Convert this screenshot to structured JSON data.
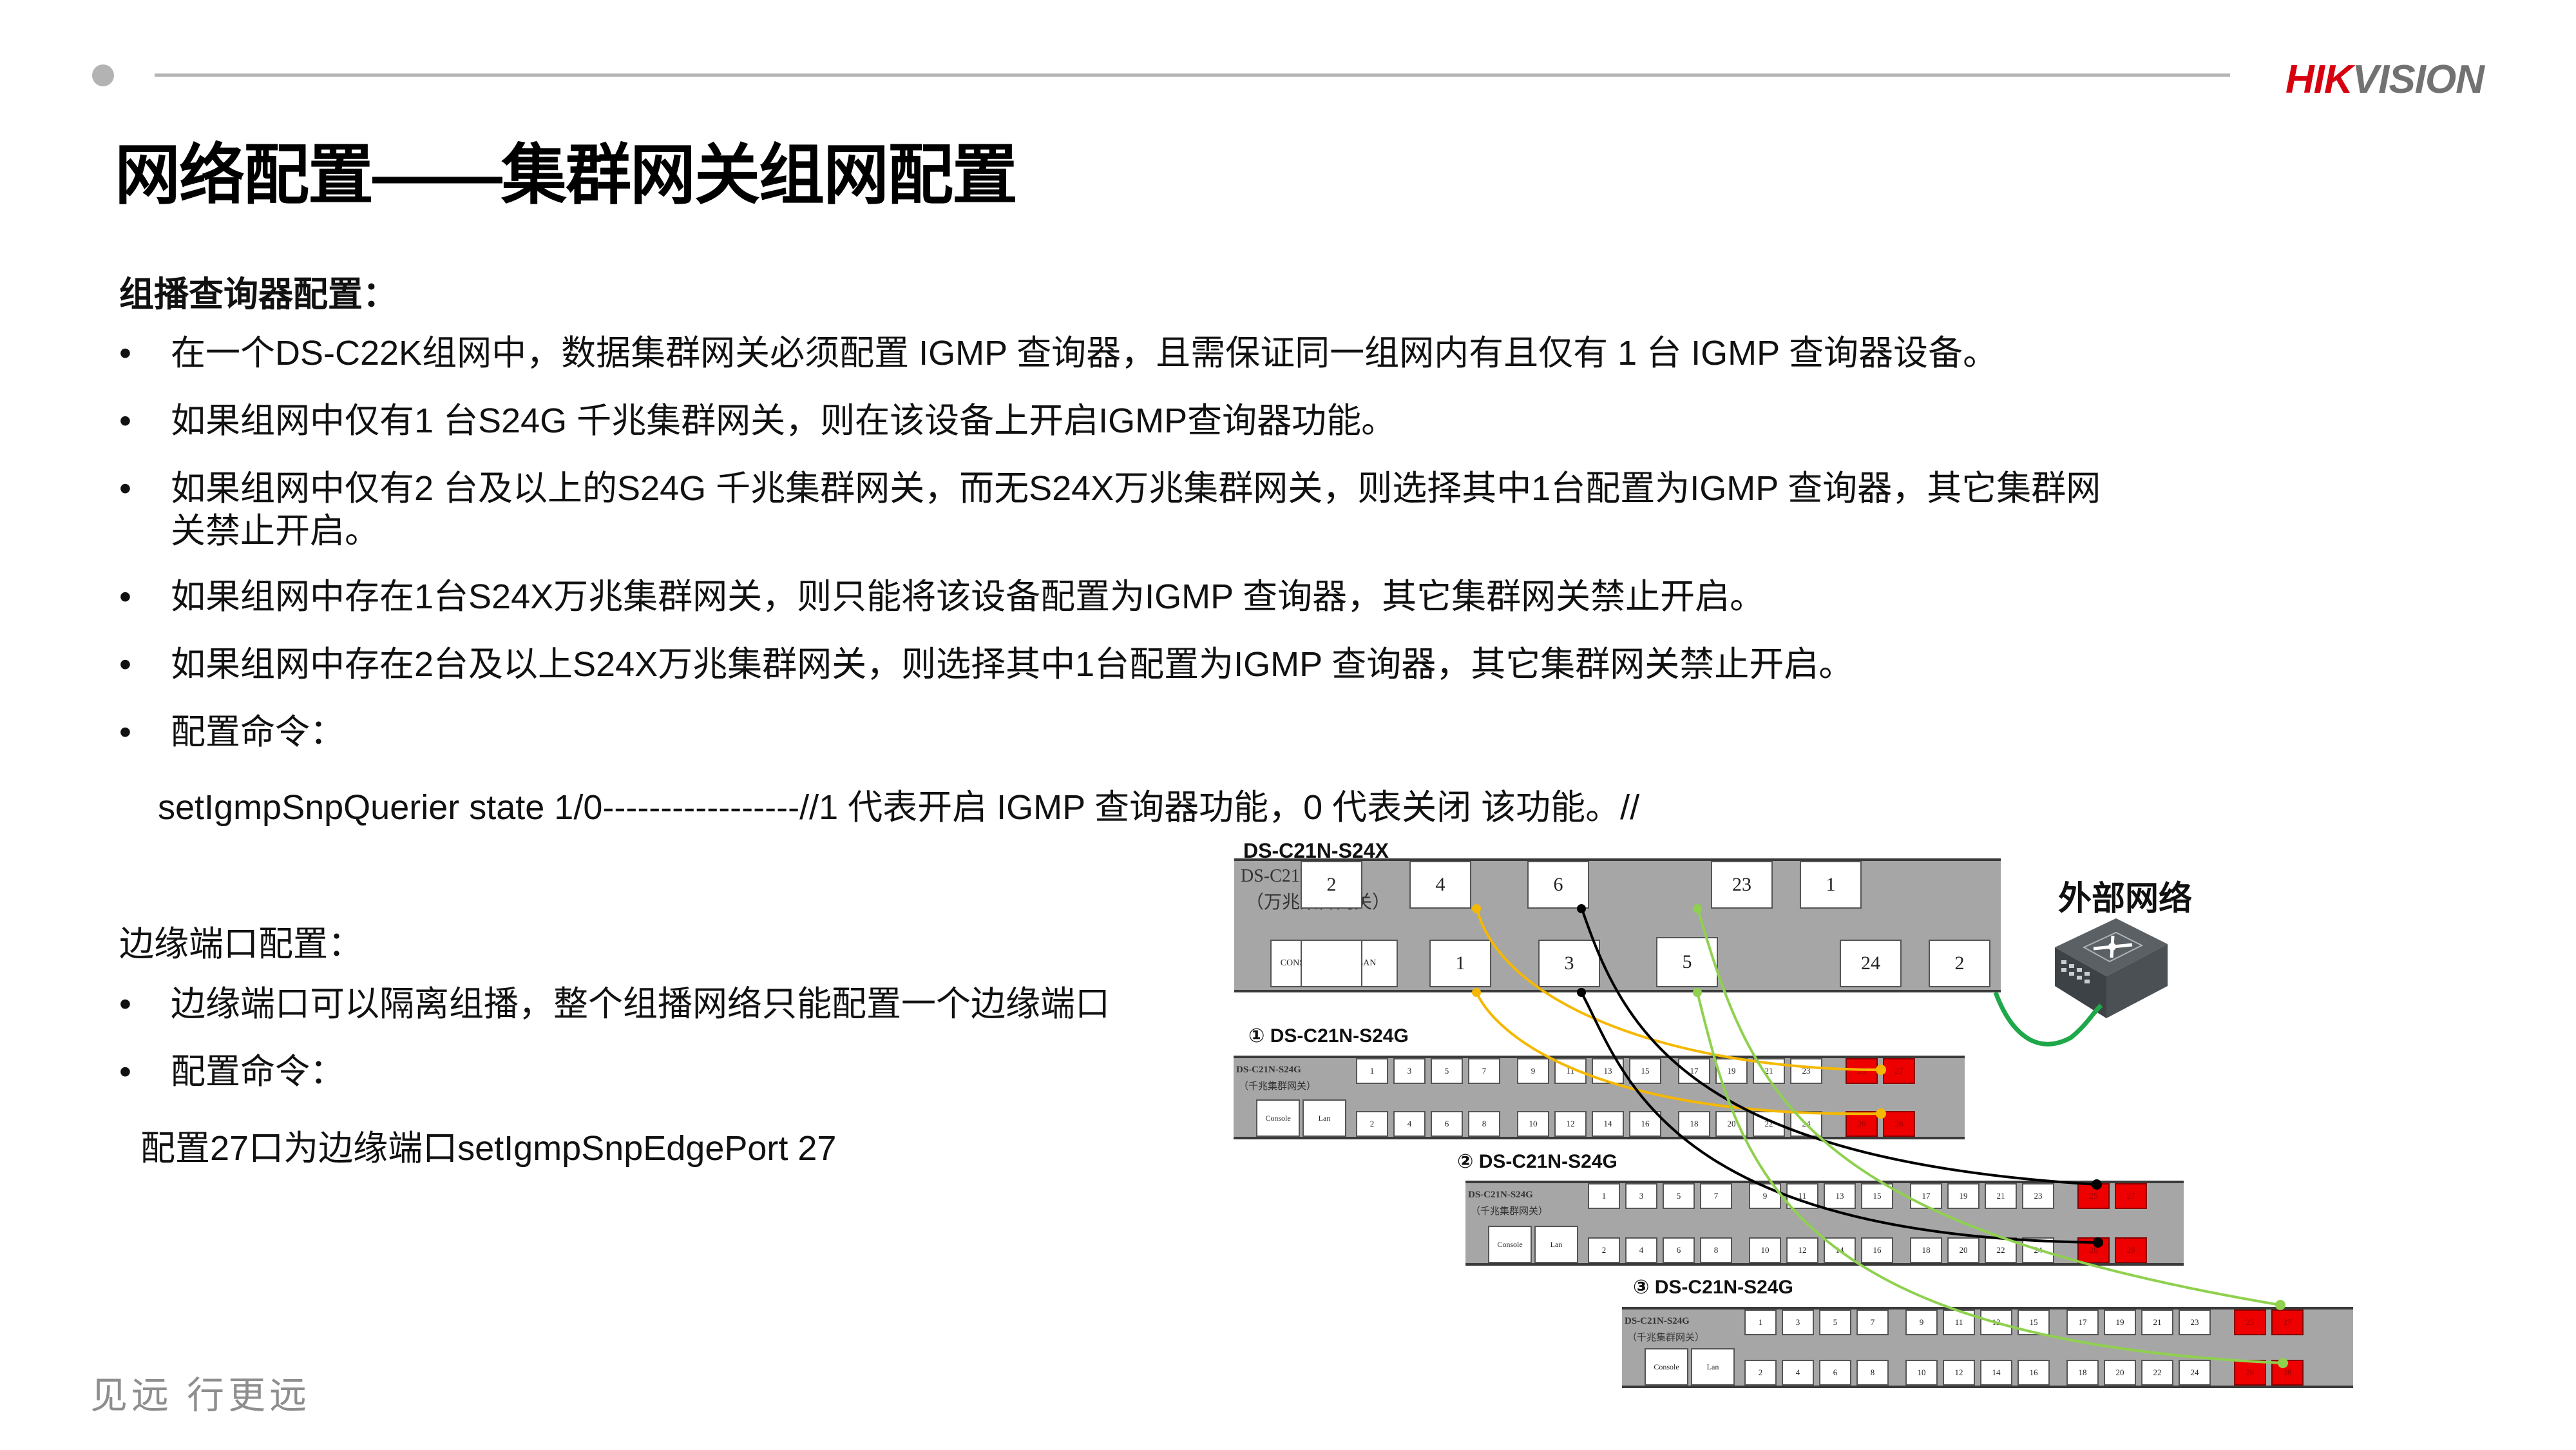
{
  "header": {
    "logo": {
      "part1": "HIK",
      "part2": "VISION",
      "colors": {
        "hik": "#d7000f",
        "vision": "#727272"
      }
    },
    "title": "网络配置——集群网关组网配置"
  },
  "querier_section": {
    "heading": "组播查询器配置：",
    "bullets": [
      "在一个DS-C22K组网中，数据集群网关必须配置 IGMP 查询器，且需保证同一组网内有且仅有 1 台 IGMP 查询器设备。",
      "如果组网中仅有1 台S24G 千兆集群网关，则在该设备上开启IGMP查询器功能。",
      "如果组网中仅有2 台及以上的S24G 千兆集群网关，而无S24X万兆集群网关，则选择其中1台配置为IGMP 查询器，其它集群网",
      "如果组网中存在1台S24X万兆集群网关，则只能将该设备配置为IGMP 查询器，其它集群网关禁止开启。",
      "如果组网中存在2台及以上S24X万兆集群网关，则选择其中1台配置为IGMP 查询器，其它集群网关禁止开启。",
      "配置命令："
    ],
    "bullet3_cont": "关禁止开启。",
    "command": "setIgmpSnpQuerier state 1/0-----------------//1 代表开启 IGMP 查询器功能，0 代表关闭 该功能。//"
  },
  "edge_section": {
    "heading": "边缘端口配置：",
    "bullets": [
      "边缘端口可以隔离组播，整个组播网络只能配置一个边缘端口",
      "配置命令："
    ],
    "command": "配置27口为边缘端口setIgmpSnpEdgePort 27"
  },
  "footer": {
    "slogan": "见远  行更远"
  },
  "diagram": {
    "main_switch": {
      "title": "DS-C21N-S24X",
      "inner_label_1": "DS-C21N-S24X",
      "inner_label_2": "（万兆集群网关）",
      "top_ports": [
        "2",
        "4",
        "6",
        "23",
        "1"
      ],
      "bottom_ports": [
        "CONSOLE",
        "LAN",
        "1",
        "3",
        "5",
        "24",
        "2"
      ]
    },
    "external": {
      "label": "外部网络"
    },
    "sub_switches": [
      {
        "title": "① DS-C21N-S24G",
        "inner_label_1": "DS-C21N-S24G",
        "inner_label_2": "（千兆集群网关）",
        "cable_color": "#f5b800"
      },
      {
        "title": "② DS-C21N-S24G",
        "inner_label_1": "DS-C21N-S24G",
        "inner_label_2": "（千兆集群网关）",
        "cable_color": "#000000"
      },
      {
        "title": "③ DS-C21N-S24G",
        "inner_label_1": "DS-C21N-S24G",
        "inner_label_2": "（千兆集群网关）",
        "cable_color": "#8fd14f"
      }
    ],
    "sub_top_ports": [
      "1",
      "3",
      "5",
      "7",
      "9",
      "11",
      "13",
      "15",
      "17",
      "19",
      "21",
      "23",
      "25",
      "27"
    ],
    "sub_bottom_ports": [
      "2",
      "4",
      "6",
      "8",
      "10",
      "12",
      "14",
      "16",
      "18",
      "20",
      "22",
      "24",
      "26",
      "28"
    ],
    "sub_console": [
      "Console",
      "Lan"
    ],
    "uplink_color": "#1fa84a"
  }
}
